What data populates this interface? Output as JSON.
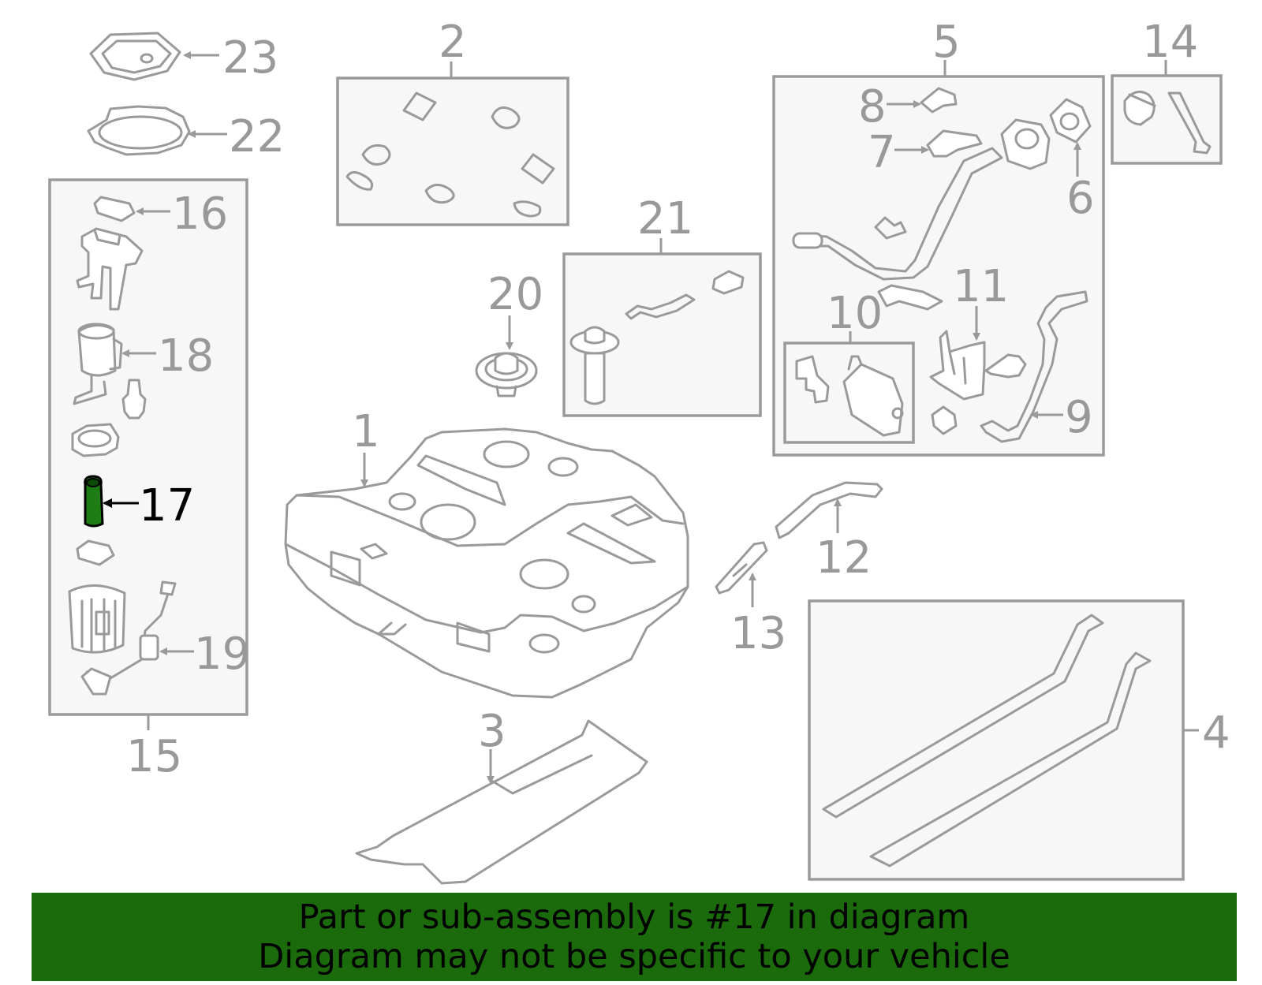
{
  "diagram": {
    "highlight_color": "#1e7d14",
    "line_color": "#9a9a9a",
    "highlighted_part": "17",
    "callouts": [
      "1",
      "2",
      "3",
      "4",
      "5",
      "6",
      "7",
      "8",
      "9",
      "10",
      "11",
      "12",
      "13",
      "14",
      "15",
      "16",
      "17",
      "18",
      "19",
      "20",
      "21",
      "22",
      "23"
    ]
  },
  "banner": {
    "background": "#1b6a0c",
    "line1": "Part or sub-assembly is #17 in diagram",
    "line2": "Diagram may not be specific to your vehicle"
  }
}
